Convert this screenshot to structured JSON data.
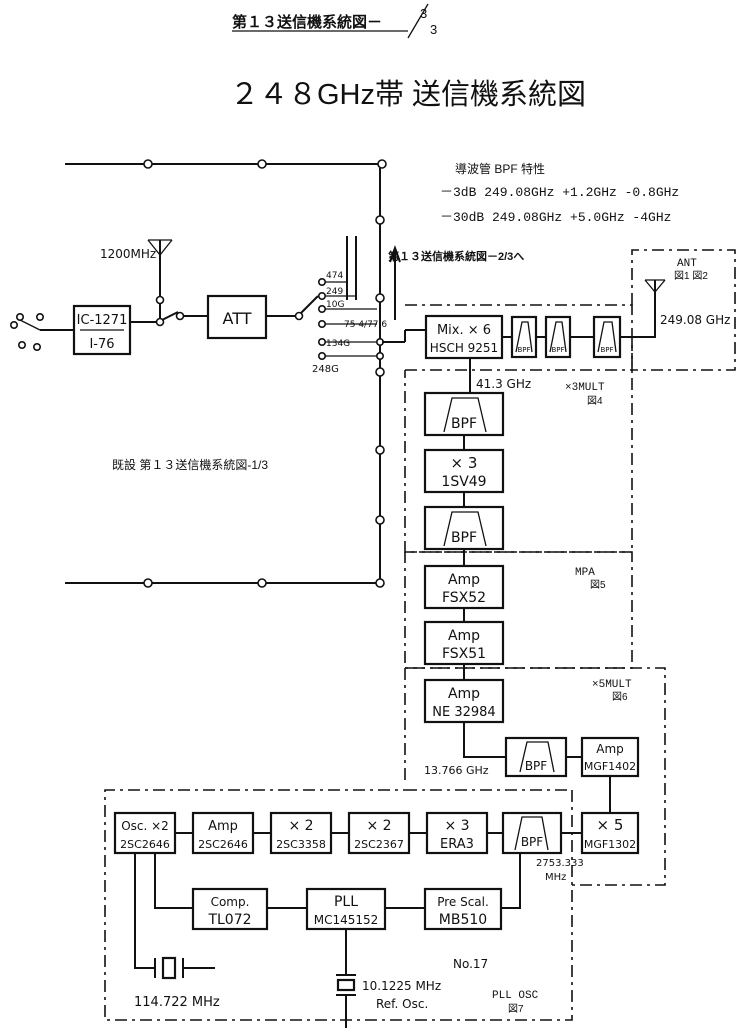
{
  "header": {
    "page_ref_text": "第１３送信機系統図－",
    "page_ref_num": "3",
    "page_ref_den": "3",
    "title": "２４８GHz帯 送信機系統図"
  },
  "bpf_spec": {
    "heading": "導波管 BPF 特性",
    "line1": "－3dB 249.08GHz +1.2GHz -0.8GHz",
    "line2": "－30dB 249.08GHz +5.0GHz -4GHz"
  },
  "labels": {
    "ant_freq": "1200MHz",
    "ref_prev": "第１３送信機系統図－2/3へ",
    "existing": "既設 第１３送信機系統図-1/3",
    "sw_474": "474",
    "sw_249": "249",
    "sw_10g": "10G",
    "sw_754": "75 4/77 6",
    "sw_134g": "134G",
    "sw_248g": "248G",
    "ant": "ANT",
    "ant_fig": "図1 図2",
    "out_freq": "249.08 GHz",
    "if_freq": "41.3 GHz",
    "x3mult": "×3MULT",
    "x3mult_fig": "図4",
    "mpa": "MPA",
    "mpa_fig": "図5",
    "x5mult": "×5MULT",
    "x5mult_fig": "図6",
    "freq_13766": "13.766 GHz",
    "freq_2753": "2753.333",
    "freq_2753_unit": "MHz",
    "xtal_freq": "114.722 MHz",
    "ref_freq": "10.1225 MHz",
    "ref_osc": "Ref. Osc.",
    "note_no": "No.17",
    "pll_osc": "PLL OSC",
    "pll_osc_fig": "図7"
  },
  "blocks": {
    "radio": [
      "IC-1271",
      "I-76"
    ],
    "att": "ATT",
    "mix": [
      "Mix. × 6",
      "HSCH 9251"
    ],
    "bpf": "BPF",
    "x3": [
      "× 3",
      "1SV49"
    ],
    "amp1": [
      "Amp",
      "FSX52"
    ],
    "amp2": [
      "Amp",
      "FSX51"
    ],
    "amp3": [
      "Amp",
      "NE 32984"
    ],
    "amp_mgf": [
      "Amp",
      "MGF1402"
    ],
    "x5": [
      "× 5",
      "MGF1302"
    ],
    "osc": [
      "Osc. ×2",
      "2SC2646"
    ],
    "amp_osc": [
      "Amp",
      "2SC2646"
    ],
    "x2a": [
      "× 2",
      "2SC3358"
    ],
    "x2b": [
      "× 2",
      "2SC2367"
    ],
    "x3b": [
      "× 3",
      "ERA3"
    ],
    "comp": [
      "Comp.",
      "TL072"
    ],
    "pll": [
      "PLL",
      "MC145152"
    ],
    "prescal": [
      "Pre Scal.",
      "MB510"
    ]
  }
}
